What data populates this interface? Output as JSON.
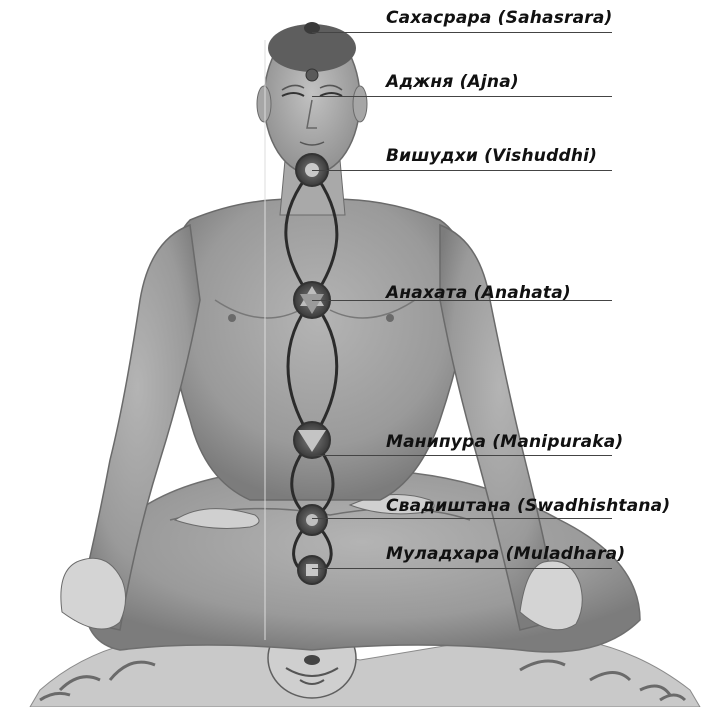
{
  "labels": [
    {
      "id": "sahasrara",
      "text": "Сахасрара (Sahasrara)"
    },
    {
      "id": "ajna",
      "text": "Аджня (Ajna)"
    },
    {
      "id": "vishuddhi",
      "text": "Вишудхи (Vishuddhi)"
    },
    {
      "id": "anahata",
      "text": "Анахата (Anahata)"
    },
    {
      "id": "manipuraka",
      "text": "Манипура (Manipuraka)"
    },
    {
      "id": "swadhishtana",
      "text": "Свадиштана (Swadhishtana)"
    },
    {
      "id": "muladhara",
      "text": "Муладхара (Muladhara)"
    }
  ],
  "colors": {
    "skin": "#a3a3a3",
    "skin_dark": "#6e6e6e",
    "channel": "#2b2b2b",
    "chakra": "#5a5a5a",
    "text": "#111111"
  }
}
